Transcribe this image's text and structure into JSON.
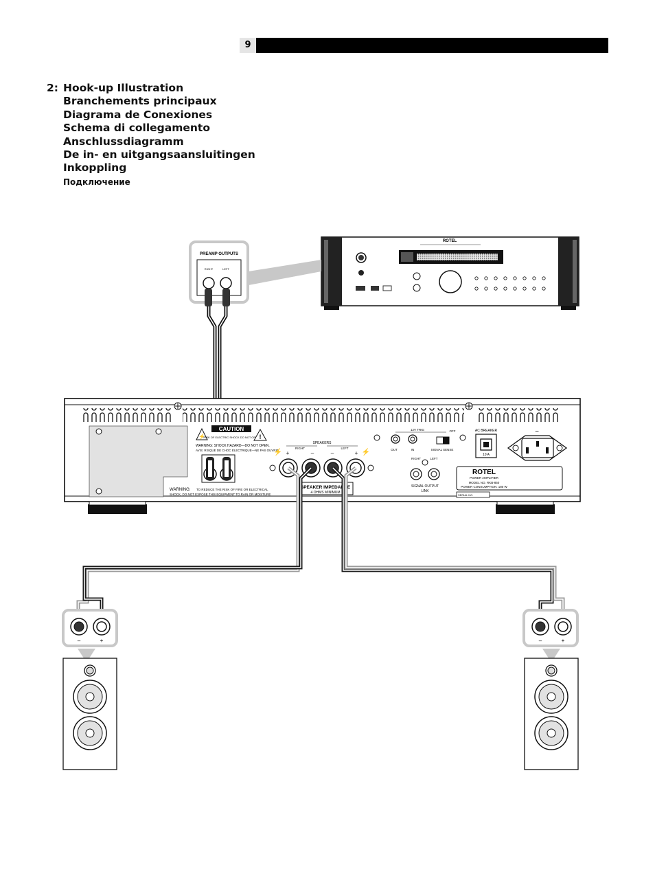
{
  "page": {
    "number": "9"
  },
  "section": {
    "number": "2:",
    "titles": [
      "Hook-up Illustration",
      "Branchements principaux",
      "Diagrama de Conexiones",
      "Schema di collegamento",
      "Anschlussdiagramm",
      "De in- en uitgangsaansluitingen",
      "Inkoppling",
      "Подключение"
    ]
  },
  "preamp": {
    "brand": "ROTEL",
    "callout_title": "PREAMP OUTPUTS",
    "right_label": "RIGHT",
    "left_label": "LEFT"
  },
  "amplifier": {
    "caution_title": "CAUTION",
    "caution_sub": "RISK OF ELECTRIC SHOCK DO NOT OPEN",
    "warning_line1": "WARNING: SHOCK HAZARD—DO NOT OPEN.",
    "warning_line2": "AVIS: RISQUE DE CHOC ÉLECTRIQUE—NE PAS OUVRIR.",
    "warning_bottom_label": "WARNING:",
    "warning_bottom_text1": "TO REDUCE THE RISK OF FIRE OR ELECTRICAL",
    "warning_bottom_text2": "SHOCK, DO NOT EXPOSE THIS EQUIPMENT TO RAIN OR MOISTURE",
    "speakers_label": "SPEAKERS",
    "right_label": "RIGHT",
    "left_label": "LEFT",
    "plus": "+",
    "minus": "–",
    "impedance_title": "SPEAKER IMPEDANCE",
    "impedance_value": "4 OHMS MINIMUM",
    "trigger_label": "12V TRIG",
    "out_label": "OUT",
    "in_label": "IN",
    "off_label": "OFF",
    "signal_sense": "SIGNAL SENSE",
    "signal_output_line1": "SIGNAL OUTPUT",
    "signal_output_line2": "LINK",
    "ac_breaker": "AC BREAKER",
    "breaker_rating": "10 A",
    "brand": "ROTEL",
    "plate_line1": "POWER AMPLIFIER",
    "plate_line2": "MODEL NO. RKB-850",
    "plate_line3": "POWER CONSUMPTION: 180 W",
    "serial": "SERIAL NO."
  },
  "speakers": {
    "minus": "–",
    "plus": "+"
  },
  "colors": {
    "wire_dark": "#1a1a1a",
    "wire_light": "#9a9a9a",
    "panel_grey": "#e2e2e2",
    "callout": "#c8c8c8"
  }
}
